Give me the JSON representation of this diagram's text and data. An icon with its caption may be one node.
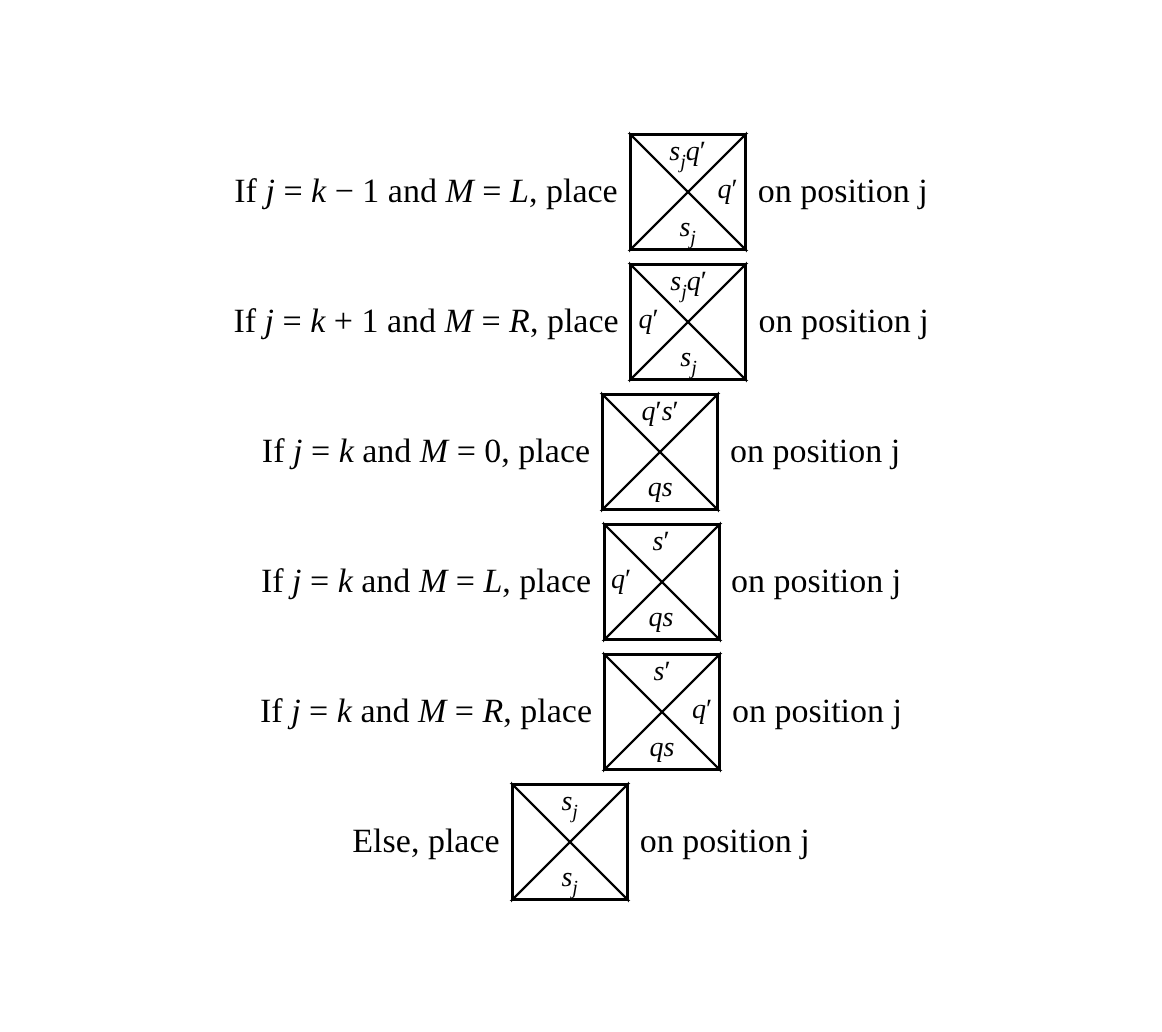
{
  "diagram": {
    "nodes": [
      {
        "text": [],
        "shape": "box"
      },
      {
        "text": [
          "*s*$_{j}$*q*′"
        ],
        "in": 0
      },
      {
        "text": [],
        "shape": "triangle",
        "in": 0
      },
      {
        "text": [
          "*q*′"
        ],
        "in": 0
      },
      {
        "text": [
          "*s*$_{j}$"
        ],
        "in": 0
      },
      {
        "text": [],
        "shape": "box"
      },
      {
        "text": [
          "*s*$_{j}$*q*′"
        ],
        "in": 5
      },
      {
        "text": [
          "*q*′"
        ],
        "in": 5
      },
      {
        "text": [],
        "shape": "triangle",
        "in": 5
      },
      {
        "text": [
          "*s*$_{j}$"
        ],
        "in": 5
      },
      {
        "text": [],
        "shape": "box"
      },
      {
        "text": [
          "*q*′*s*′"
        ],
        "in": 10
      },
      {
        "text": [],
        "shape": "triangle",
        "in": 10
      },
      {
        "text": [],
        "shape": "triangle",
        "in": 10
      },
      {
        "text": [
          "*qs*"
        ],
        "in": 10
      },
      {
        "text": [],
        "shape": "box"
      },
      {
        "text": [
          "*s*′"
        ],
        "in": 15
      },
      {
        "text": [
          "*q*′"
        ],
        "in": 15
      },
      {
        "text": [],
        "shape": "triangle",
        "in": 15
      },
      {
        "text": [
          "*qs*"
        ],
        "in": 15
      },
      {
        "text": [],
        "shape": "box"
      },
      {
        "text": [
          "*s*′"
        ],
        "in": 20
      },
      {
        "text": [],
        "shape": "triangle",
        "in": 20
      },
      {
        "text": [
          "*q*′"
        ],
        "in": 20
      },
      {
        "text": [
          "*qs*"
        ],
        "in": 20
      },
      {
        "text": [],
        "shape": "box"
      },
      {
        "text": [
          "*s*$_{j}$"
        ],
        "in": 25
      },
      {
        "text": [],
        "shape": "triangle",
        "in": 25
      },
      {
        "text": [],
        "shape": "triangle",
        "in": 25
      },
      {
        "text": [
          "*s*$_{j}$"
        ],
        "in": 25
      }
    ],
    "labels": [
      "If *j* = *k* − 1 and *M* = *L*, place",
      "on position j",
      "If *j* = *k* + 1 and *M* = *R*, place",
      "on position j",
      "If *j* = *k* and *M* = 0, place",
      "on position j",
      "If *j* = *k* and *M* = *L*, place",
      "on position j",
      "If *j* = *k* and *M* = *R*, place",
      "on position j",
      "Else, place",
      "on position j"
    ]
  }
}
